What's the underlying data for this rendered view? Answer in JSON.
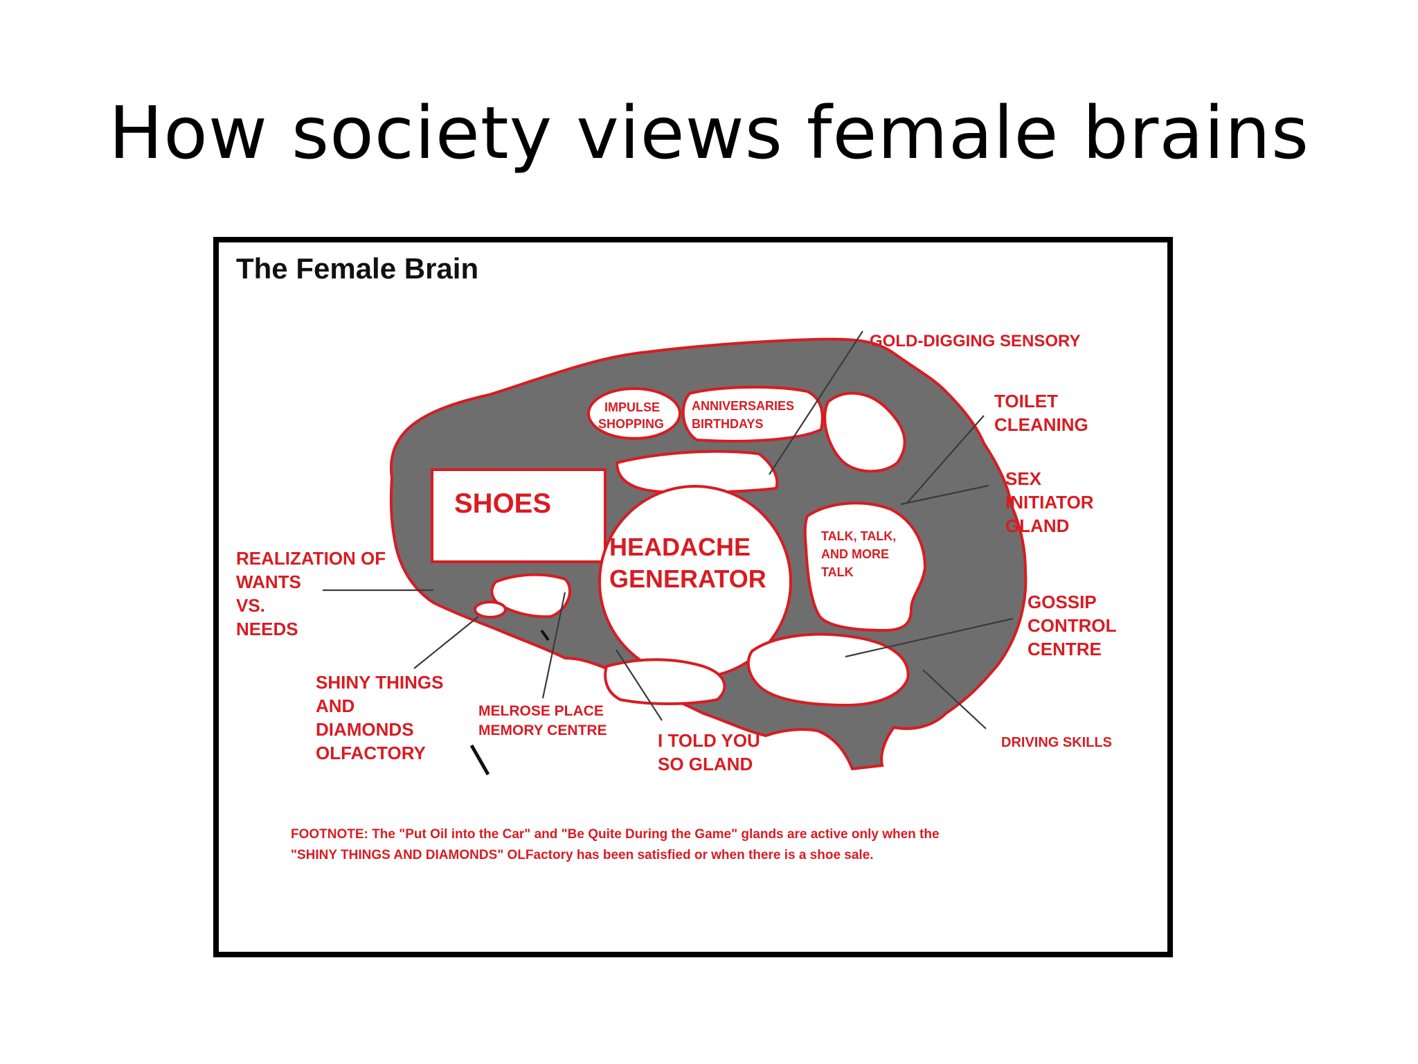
{
  "slide": {
    "title": "How society views female brains"
  },
  "diagram": {
    "heading": "The Female Brain",
    "labels": {
      "gold_digging": "GOLD-DIGGING SENSORY",
      "toilet_line1": "TOILET",
      "toilet_line2": "CLEANING",
      "sex_line1": "SEX",
      "sex_line2": "INITIATOR",
      "sex_line3": "GLAND",
      "realization_line1": "REALIZATION OF",
      "realization_line2": "WANTS",
      "realization_line3": "VS.",
      "realization_line4": "NEEDS",
      "gossip_line1": "GOSSIP",
      "gossip_line2": "CONTROL",
      "gossip_line3": "CENTRE",
      "shiny_line1": "SHINY THINGS",
      "shiny_line2": "AND",
      "shiny_line3": "DIAMONDS",
      "shiny_line4": "OLFACTORY",
      "melrose_line1": "MELROSE PLACE",
      "melrose_line2": "MEMORY CENTRE",
      "told_line1": "I TOLD YOU",
      "told_line2": "SO GLAND",
      "driving": "DRIVING SKILLS"
    },
    "regions": {
      "impulse_line1": "IMPULSE",
      "impulse_line2": "SHOPPING",
      "anniv_line1": "ANNIVERSARIES",
      "anniv_line2": "BIRTHDAYS",
      "shoes": "SHOES",
      "headache_line1": "HEADACHE",
      "headache_line2": "GENERATOR",
      "talk_line1": "TALK, TALK,",
      "talk_line2": "AND MORE",
      "talk_line3": "TALK"
    },
    "footnote": {
      "line1": "FOOTNOTE:  The \"Put Oil into the Car\" and \"Be Quite During the Game\" glands are active only when the",
      "line2": "\"SHINY THINGS AND DIAMONDS\" OLFactory has been satisfied or when there is a shoe sale."
    },
    "colors": {
      "label_red": "#d81c22",
      "brain_gray": "#6e6e6e"
    }
  }
}
